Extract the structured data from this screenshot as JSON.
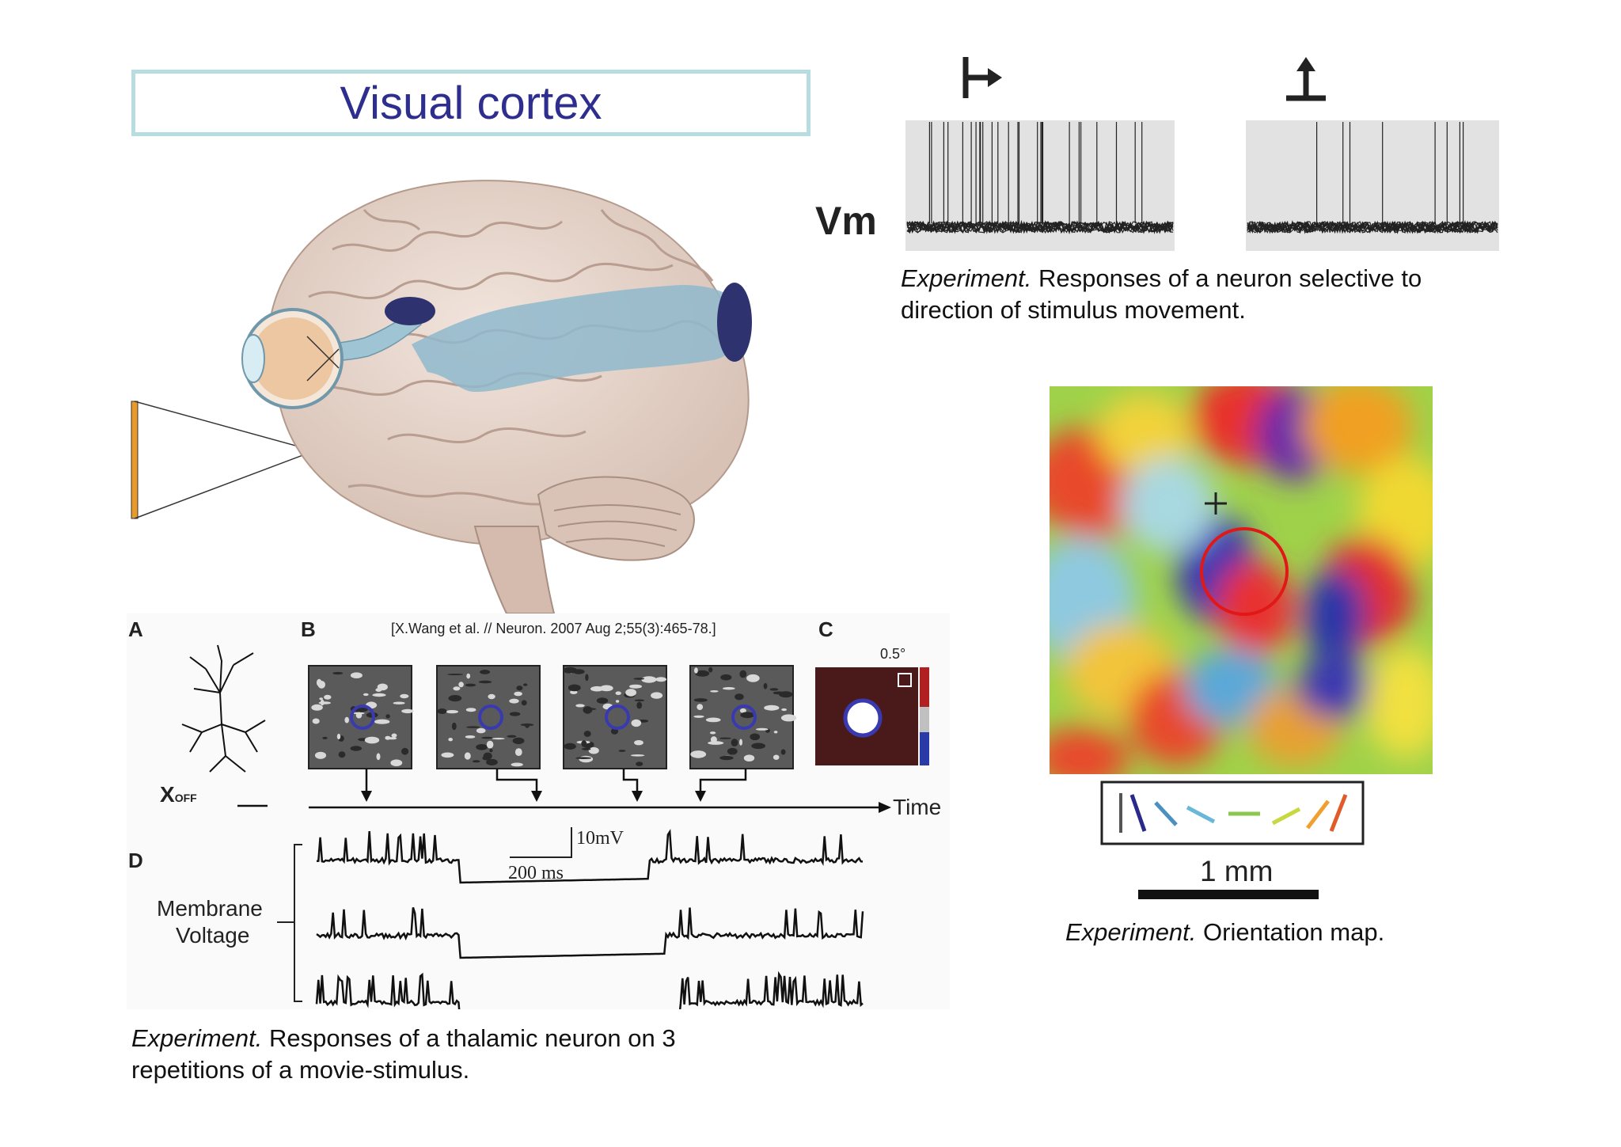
{
  "title": "Visual cortex",
  "direction_figure": {
    "vm_label": "Vm",
    "caption_emph": "Experiment.",
    "caption_rest": " Responses of a neuron selective to direction of stimulus movement."
  },
  "orientation_figure": {
    "scale_label": "1 mm",
    "caption_emph": "Experiment.",
    "caption_rest": " Orientation map."
  },
  "thalamic_figure": {
    "panel_a": "A",
    "panel_b": "B",
    "panel_c": "C",
    "panel_d": "D",
    "citation": "[X.Wang et al. // Neuron. 2007 Aug 2;55(3):465-78.]",
    "rf_size": "0.5°",
    "cell_label_main": "X",
    "cell_label_sub": "OFF",
    "time_label": "Time",
    "scale_v": "10mV",
    "scale_t": "200 ms",
    "membrane": "Membrane",
    "voltage": "Voltage",
    "caption_emph": "Experiment.",
    "caption_rest": " Responses of a thalamic neuron on 3 repetitions of a movie-stimulus."
  },
  "colors": {
    "title_text": "#2e2e8f",
    "title_border": "#b8dde0",
    "visual_pathway": "#8fb8cc",
    "stimulus_bar": "#e89a2c",
    "circle_marker": "#e01818"
  }
}
